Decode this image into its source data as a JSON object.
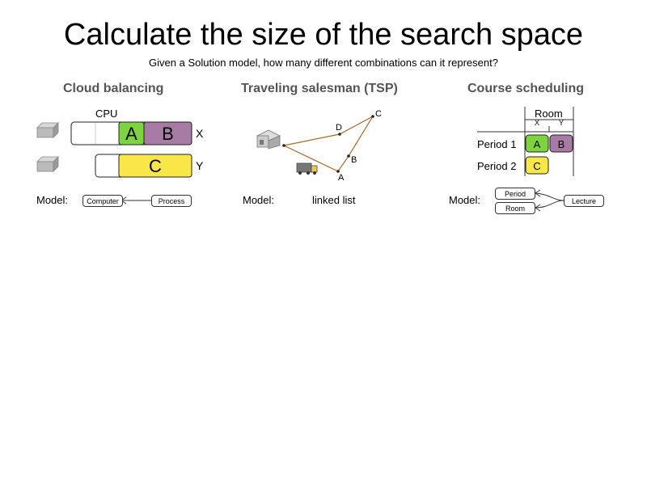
{
  "title": "Calculate the size of the search space",
  "subtitle": "Given a Solution model, how many different combinations can it represent?",
  "cloud": {
    "heading": "Cloud balancing",
    "cpu_label": "CPU",
    "computer_x": "X",
    "computer_y": "Y",
    "process_a": "A",
    "process_b": "B",
    "process_c": "C",
    "model_label": "Model:",
    "model_computer": "Computer",
    "model_process": "Process"
  },
  "tsp": {
    "heading": "Traveling salesman (TSP)",
    "stop_a": "A",
    "stop_b": "B",
    "stop_c": "C",
    "stop_d": "D",
    "model_label": "Model:",
    "model_value": "linked list"
  },
  "course": {
    "heading": "Course scheduling",
    "room_label": "Room",
    "room_x": "X",
    "room_y": "Y",
    "period_1": "Period 1",
    "period_2": "Period 2",
    "lecture_a": "A",
    "lecture_b": "B",
    "lecture_c": "C",
    "model_label": "Model:",
    "model_period": "Period",
    "model_room": "Room",
    "model_lecture": "Lecture"
  },
  "colors": {
    "green": "#7ed43f",
    "purple": "#a87ba5",
    "yellow": "#f9e74a",
    "route": "#a86a2a"
  }
}
